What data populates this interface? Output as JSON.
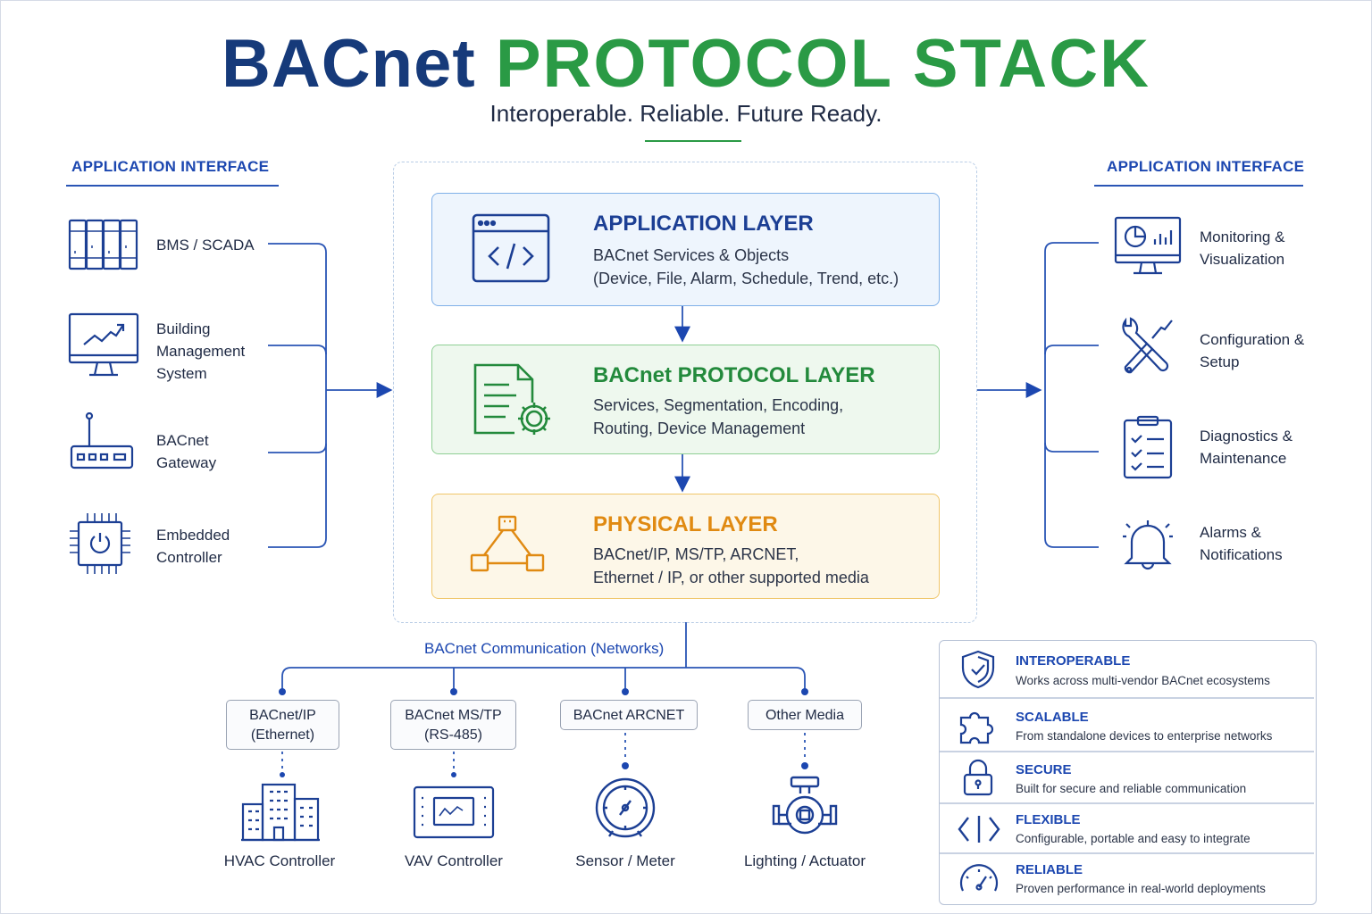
{
  "title": {
    "part1": "BACnet",
    "part2": "PROTOCOL STACK"
  },
  "subtitle": "Interoperable. Reliable. Future Ready.",
  "left_panel": {
    "heading": "APPLICATION INTERFACE",
    "items": [
      {
        "label": "BMS / SCADA",
        "icon": "server-rack-icon"
      },
      {
        "label": "Building Management System",
        "icon": "monitor-chart-icon"
      },
      {
        "label": "BACnet Gateway",
        "icon": "router-icon"
      },
      {
        "label": "Embedded Controller",
        "icon": "chip-icon"
      }
    ]
  },
  "right_panel": {
    "heading": "APPLICATION INTERFACE",
    "items": [
      {
        "label": "Monitoring & Visualization",
        "icon": "dashboard-monitor-icon"
      },
      {
        "label": "Configuration & Setup",
        "icon": "tools-icon"
      },
      {
        "label": "Diagnostics & Maintenance",
        "icon": "clipboard-checklist-icon"
      },
      {
        "label": "Alarms & Notifications",
        "icon": "bell-icon"
      }
    ]
  },
  "layers": [
    {
      "title": "APPLICATION LAYER",
      "line1": "BACnet Services & Objects",
      "line2": "(Device, File, Alarm, Schedule, Trend, etc.)",
      "icon": "code-window-icon",
      "color": "#1c3f94",
      "bg": "#eef5fd",
      "border": "#7fb0e8"
    },
    {
      "title": "BACnet PROTOCOL LAYER",
      "line1": "Services, Segmentation, Encoding,",
      "line2": "Routing, Device Management",
      "icon": "document-gear-icon",
      "color": "#238a3c",
      "bg": "#eef8ee",
      "border": "#8fcf94"
    },
    {
      "title": "PHYSICAL LAYER",
      "line1": "BACnet/IP, MS/TP, ARCNET,",
      "line2": "Ethernet / IP, or other supported media",
      "icon": "network-topology-icon",
      "color": "#e08a12",
      "bg": "#fdf7e8",
      "border": "#f0c66a"
    }
  ],
  "network": {
    "label": "BACnet Communication (Networks)",
    "media": [
      {
        "line1": "BACnet/IP",
        "line2": "(Ethernet)",
        "device": "HVAC Controller",
        "device_icon": "building-icon"
      },
      {
        "line1": "BACnet MS/TP",
        "line2": "(RS-485)",
        "device": "VAV Controller",
        "device_icon": "thermostat-panel-icon"
      },
      {
        "line1": "BACnet ARCNET",
        "line2": "",
        "device": "Sensor / Meter",
        "device_icon": "gauge-icon"
      },
      {
        "line1": "Other Media",
        "line2": "",
        "device": "Lighting / Actuator",
        "device_icon": "valve-actuator-icon"
      }
    ]
  },
  "features": [
    {
      "title": "INTEROPERABLE",
      "desc": "Works across multi-vendor BACnet ecosystems",
      "icon": "shield-check-icon"
    },
    {
      "title": "SCALABLE",
      "desc": "From standalone devices to enterprise networks",
      "icon": "puzzle-icon"
    },
    {
      "title": "SECURE",
      "desc": "Built for secure and reliable communication",
      "icon": "lock-icon"
    },
    {
      "title": "FLEXIBLE",
      "desc": "Configurable, portable and easy to integrate",
      "icon": "code-brackets-icon"
    },
    {
      "title": "RELIABLE",
      "desc": "Proven performance in real-world deployments",
      "icon": "speedometer-icon"
    }
  ],
  "colors": {
    "navy": "#163a7a",
    "green": "#2a9a45",
    "blue": "#1c47b0",
    "connector": "#2a55b5"
  }
}
